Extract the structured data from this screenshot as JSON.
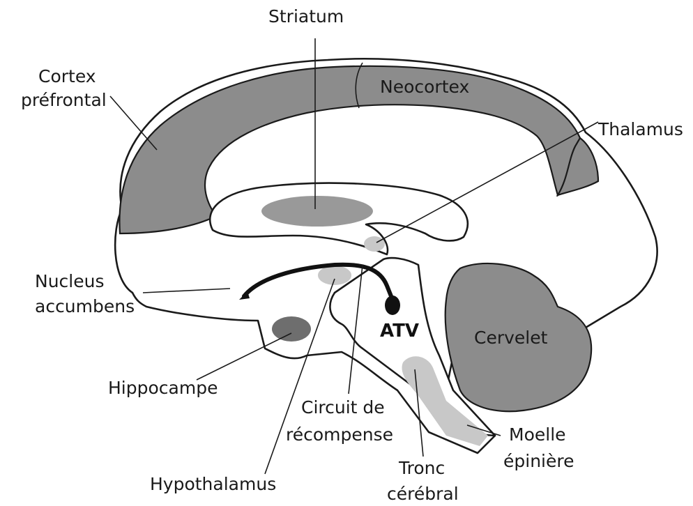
{
  "labels": {
    "striatum": "Striatum",
    "cortex_prefrontal_line1": "Cortex",
    "cortex_prefrontal_line2": "préfrontal",
    "neocortex": "Neocortex",
    "thalamus": "Thalamus",
    "nucleus_line1": "Nucleus",
    "nucleus_line2": "accumbens",
    "atv": "ATV",
    "cervelet": "Cervelet",
    "hippocampe": "Hippocampe",
    "circuit_line1": "Circuit de",
    "circuit_line2": "récompense",
    "moelle_line1": "Moelle",
    "moelle_line2": "épinière",
    "tronc_line1": "Tronc",
    "tronc_line2": "cérébral",
    "hypothalamus": "Hypothalamus"
  },
  "colors": {
    "cortex_fill": "#8c8c8c",
    "structure_fill": "#999999",
    "light_fill": "#c8c8c8",
    "hippocampus_fill": "#6e6e6e",
    "pathway": "#111111",
    "outline": "#1a1a1a"
  }
}
